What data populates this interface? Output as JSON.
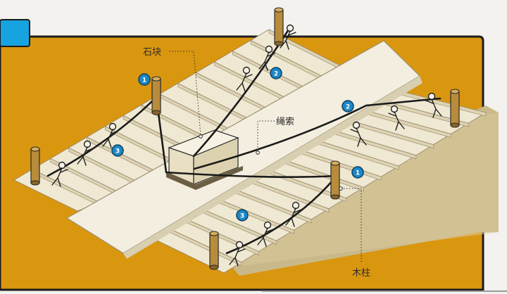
{
  "labels": {
    "stone_block": "石块",
    "rope": "绳索",
    "wooden_post": "木柱"
  },
  "markers": {
    "m1": "1",
    "m2": "2",
    "m3": "3"
  },
  "colors": {
    "background": "#f4f2ee",
    "orange_panel": "#d9960f",
    "panel_border": "#1c1c1c",
    "blue_tab": "#16a3e0",
    "stair_top": "#efe8d2",
    "stair_riser": "#ddd2b2",
    "stair_side": "#c9b98a",
    "ramp": "#f3eedf",
    "marker_fill": "#1d87c4",
    "rope": "#1a1a1a"
  },
  "icons": [
    "worker-figure",
    "wooden-post",
    "stone-block",
    "numbered-marker"
  ]
}
